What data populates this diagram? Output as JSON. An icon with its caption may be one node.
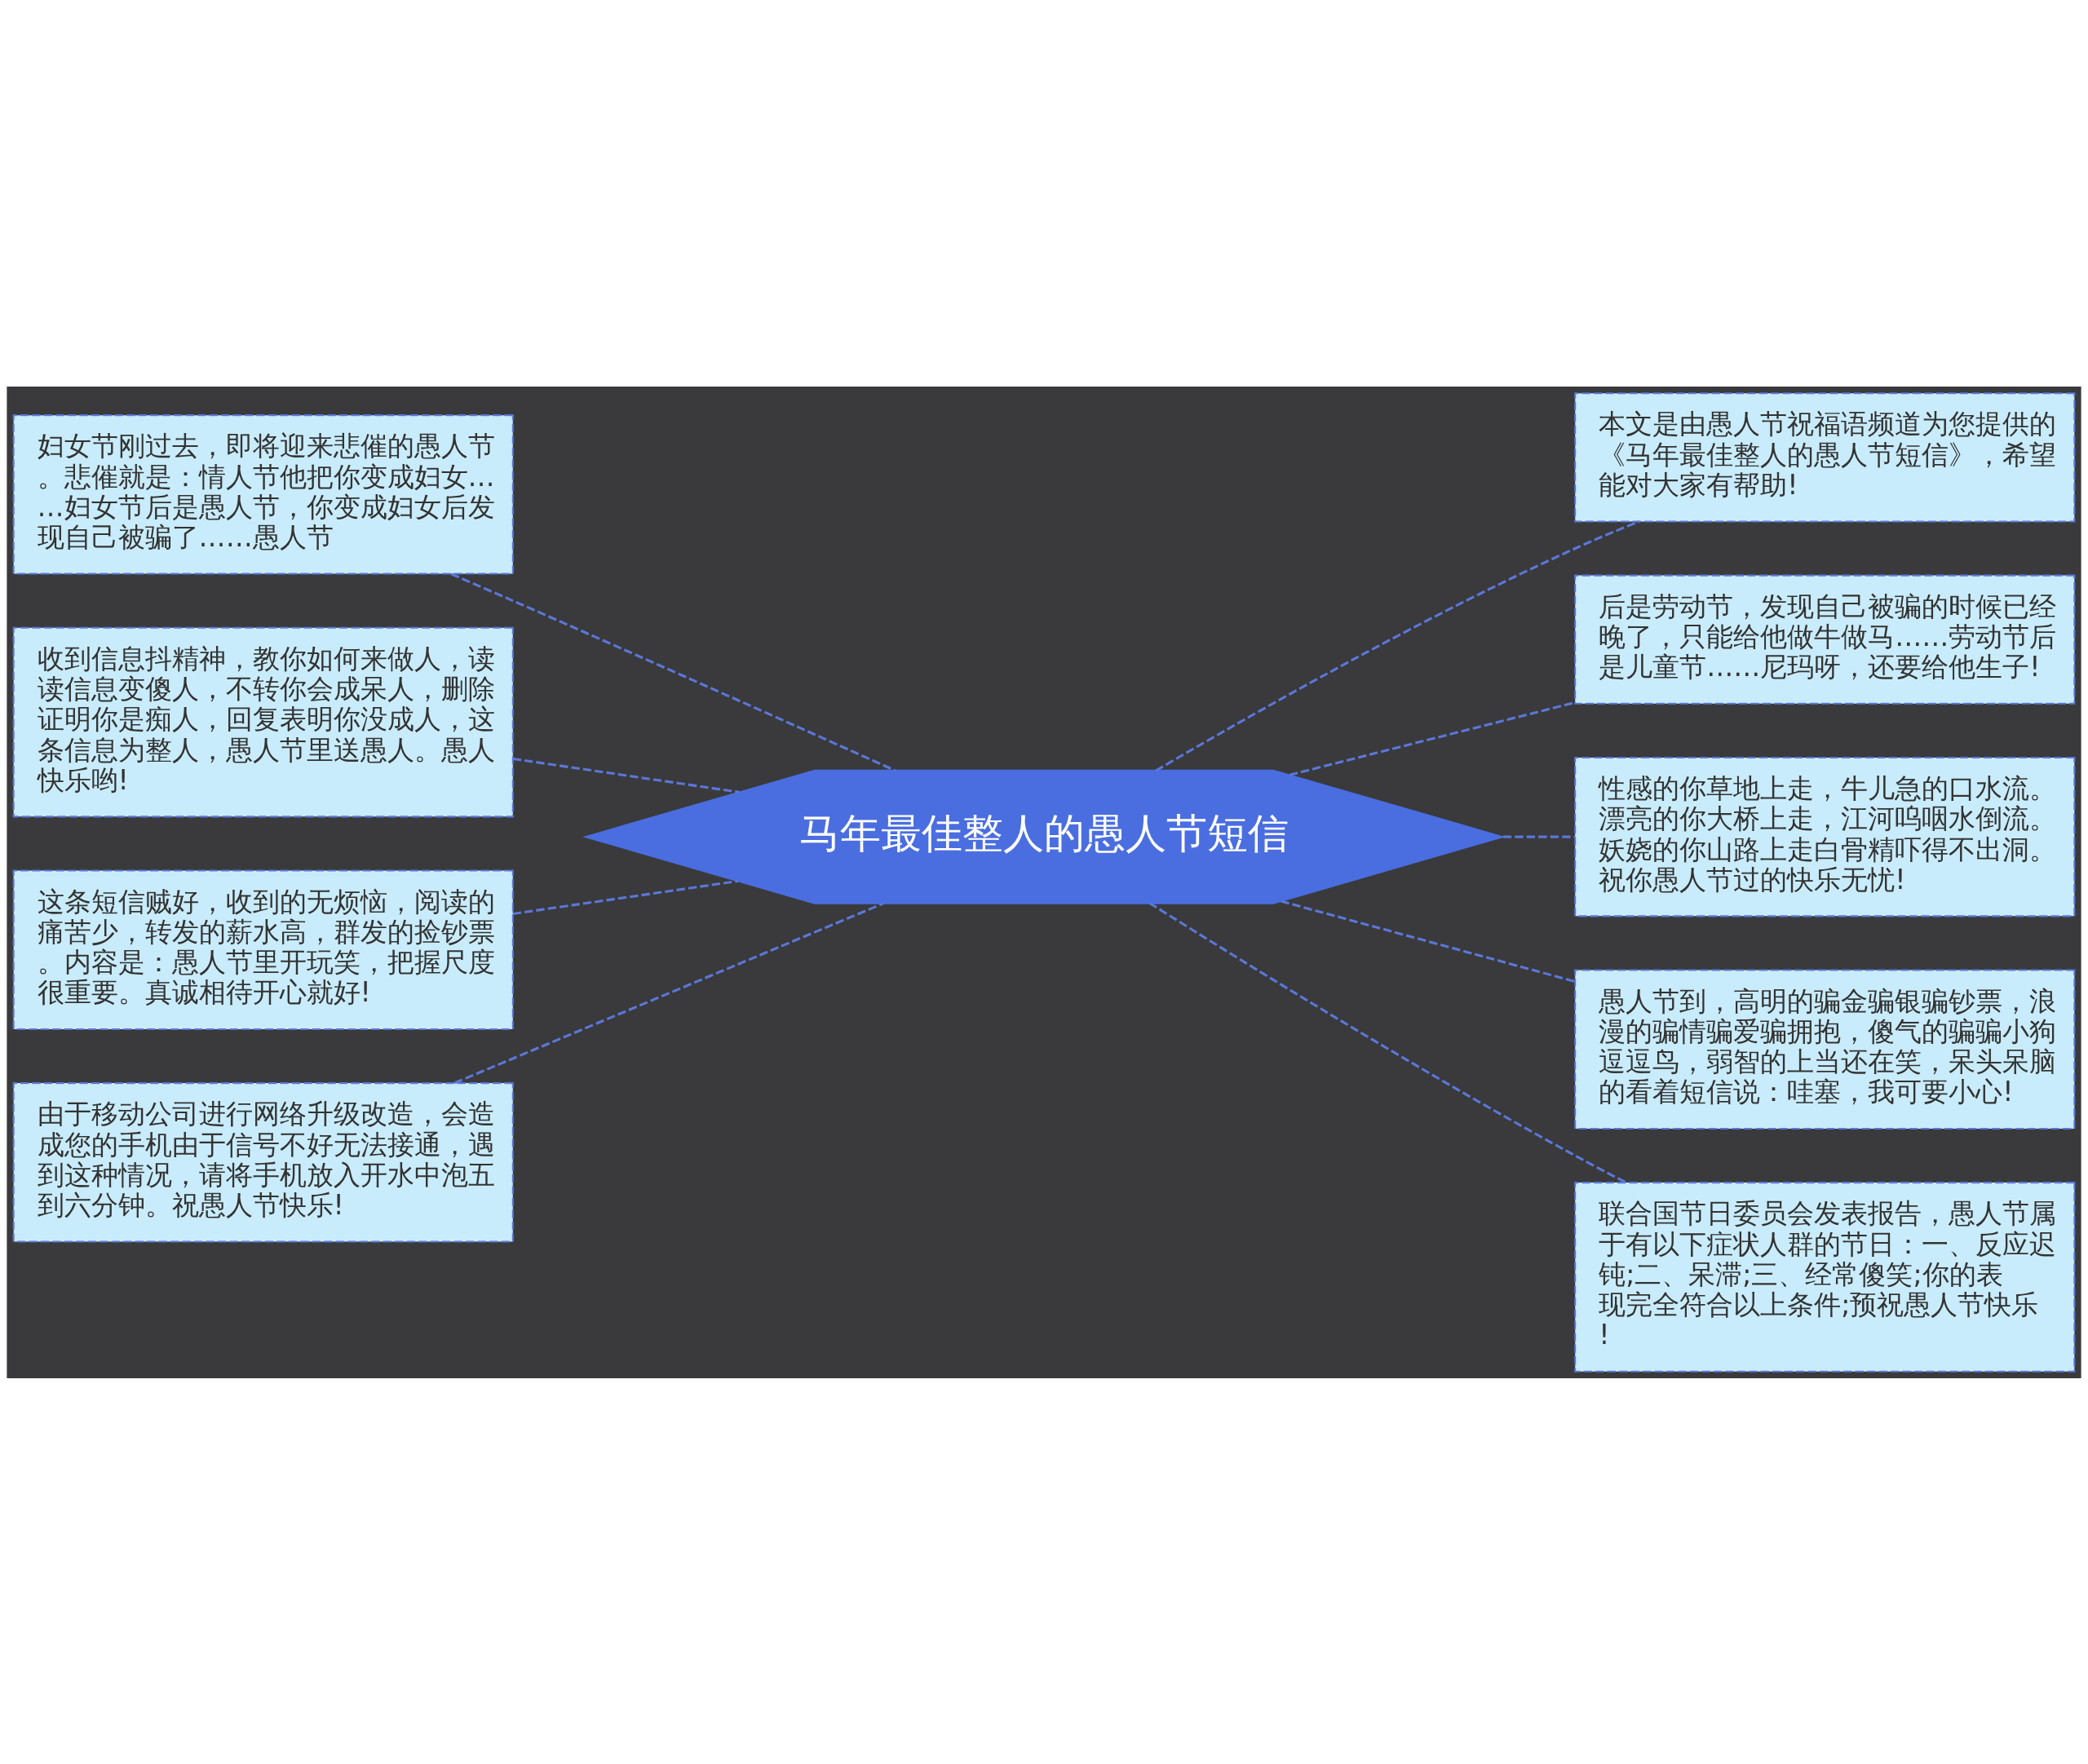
{
  "diagram": {
    "nodes": [
      {
        "text": [
          "马年最佳整人的愚人节短信"
        ]
      },
      {
        "text": [
          "妇女节刚过去，即将迎来悲催的愚人节。悲催就是：情人节他把你变成妇女……妇女节后是愚人节，你变成妇女后发现自己被骗了……愚人节"
        ]
      },
      {
        "text": [
          "收到信息抖精神，教你如何来做人，读读信息变傻人，不转你会成呆人，删除证明你是痴人，回复表明你没成人，这条信息为整人，愚人节里送愚人。愚人快乐哟!"
        ]
      },
      {
        "text": [
          "这条短信贼好，收到的无烦恼，阅读的痛苦少，转发的薪水高，群发的捡钞票。内容是：愚人节里开玩笑，把握尺度很重要。真诚相待开心就好!"
        ]
      },
      {
        "text": [
          "由于移动公司进行网络升级改造，会造成您的手机由于信号不好无法接通，遇到这种情况，请将手机放入开水中泡五到六分钟。祝愚人节快乐!"
        ]
      },
      {
        "text": [
          "本文是由愚人节祝福语频道为您提供的《马年最佳整人的愚人节短信》，希望能对大家有帮助!"
        ]
      },
      {
        "text": [
          "后是劳动节，发现自己被骗的时候已经晚了，只能给他做牛做马……劳动节后是儿童节……尼玛呀，还要给他生子!"
        ]
      },
      {
        "text": [
          "性感的你草地上走，牛儿急的口水流。漂亮的你大桥上走，江河呜咽水倒流。妖娆的你山路上走白骨精吓得不出洞。祝你愚人节过的快乐无忧!"
        ]
      },
      {
        "text": [
          "愚人节到，高明的骗金骗银骗钞票，浪漫的骗情骗爱骗拥抱，傻气的骗骗小狗逗逗鸟，弱智的上当还在笑，呆头呆脑的看着短信说：哇塞，我可要小心!"
        ]
      },
      {
        "text": [
          "联合国节日委员会发表报告，愚人节属于有以下症状人群的节日：一、反应迟钝;二、呆滞;三、经常傻笑;你的表现完全符合以上条件;预祝愚人节快乐!"
        ]
      }
    ],
    "edges": [
      {
        "from": 0,
        "to": 1,
        "arrow": "none",
        "style": "dashed"
      },
      {
        "from": 0,
        "to": 2,
        "arrow": "none",
        "style": "dashed"
      },
      {
        "from": 0,
        "to": 3,
        "arrow": "none",
        "style": "dashed"
      },
      {
        "from": 0,
        "to": 4,
        "arrow": "none",
        "style": "dashed"
      },
      {
        "from": 0,
        "to": 5,
        "arrow": "none",
        "style": "dashed"
      },
      {
        "from": 0,
        "to": 6,
        "arrow": "none",
        "style": "dashed"
      },
      {
        "from": 0,
        "to": 7,
        "arrow": "none",
        "style": "dashed"
      },
      {
        "from": 0,
        "to": 8,
        "arrow": "none",
        "style": "dashed"
      },
      {
        "from": 0,
        "to": 9,
        "arrow": "none",
        "style": "dashed"
      }
    ]
  }
}
